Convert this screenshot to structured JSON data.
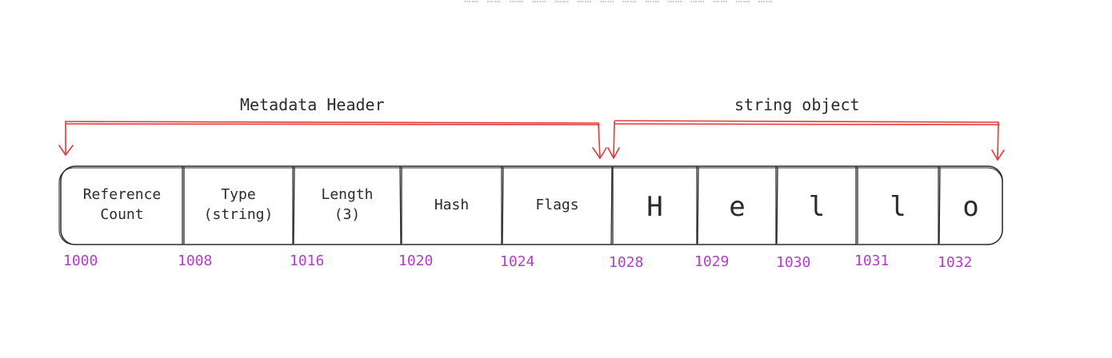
{
  "colors": {
    "stroke": "#2b2b2b",
    "bracket": "#e03a3a",
    "address": "#b040c8",
    "faint": "#c8c8c8"
  },
  "top_fragment": "…… …… …… …… …… …… …… …… …… …… …… …… …… ……",
  "brackets": {
    "metadata": {
      "label": "Metadata Header"
    },
    "string": {
      "label": "string object"
    }
  },
  "cells": [
    {
      "label": "Reference\nCount",
      "size": "small",
      "address": "1000"
    },
    {
      "label": "Type\n(string)",
      "size": "small",
      "address": "1008"
    },
    {
      "label": "Length\n(3)",
      "size": "small",
      "address": "1016"
    },
    {
      "label": "Hash",
      "size": "small",
      "address": "1020"
    },
    {
      "label": "Flags",
      "size": "small",
      "address": "1024"
    },
    {
      "label": "H",
      "size": "big",
      "address": "1028"
    },
    {
      "label": "e",
      "size": "big",
      "address": "1029"
    },
    {
      "label": "l",
      "size": "big",
      "address": "1030"
    },
    {
      "label": "l",
      "size": "big",
      "address": "1031"
    },
    {
      "label": "o",
      "size": "big",
      "address": "1032"
    }
  ]
}
